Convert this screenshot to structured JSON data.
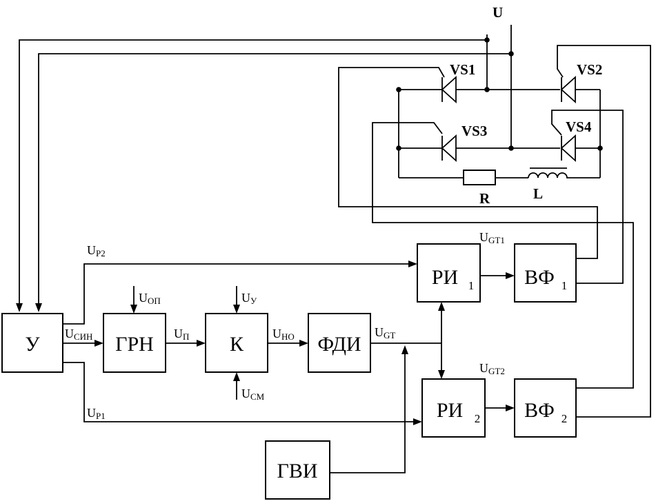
{
  "blocks": {
    "u": "У",
    "grn": "ГРН",
    "k": "К",
    "fdi": "ФДИ",
    "gvi": "ГВИ",
    "ri1": {
      "main": "РИ",
      "sub": "1"
    },
    "ri2": {
      "main": "РИ",
      "sub": "2"
    },
    "vf1": {
      "main": "ВФ",
      "sub": "1"
    },
    "vf2": {
      "main": "ВФ",
      "sub": "2"
    }
  },
  "signals": {
    "u_sin": {
      "main": "U",
      "sub": "СИН"
    },
    "u_p": {
      "main": "U",
      "sub": "П"
    },
    "u_no": {
      "main": "U",
      "sub": "НО"
    },
    "u_gt": {
      "main": "U",
      "sub": "GT"
    },
    "u_op": {
      "main": "U",
      "sub": "ОП"
    },
    "u_u": {
      "main": "U",
      "sub": "У"
    },
    "u_sm": {
      "main": "U",
      "sub": "СМ"
    },
    "u_p1": {
      "main": "U",
      "sub": "P1"
    },
    "u_p2": {
      "main": "U",
      "sub": "P2"
    },
    "u_gt1": {
      "main": "U",
      "sub": "GT1"
    },
    "u_gt2": {
      "main": "U",
      "sub": "GT2"
    }
  },
  "power": {
    "supply": "U",
    "vs1": "VS1",
    "vs2": "VS2",
    "vs3": "VS3",
    "vs4": "VS4",
    "r": "R",
    "l": "L"
  }
}
